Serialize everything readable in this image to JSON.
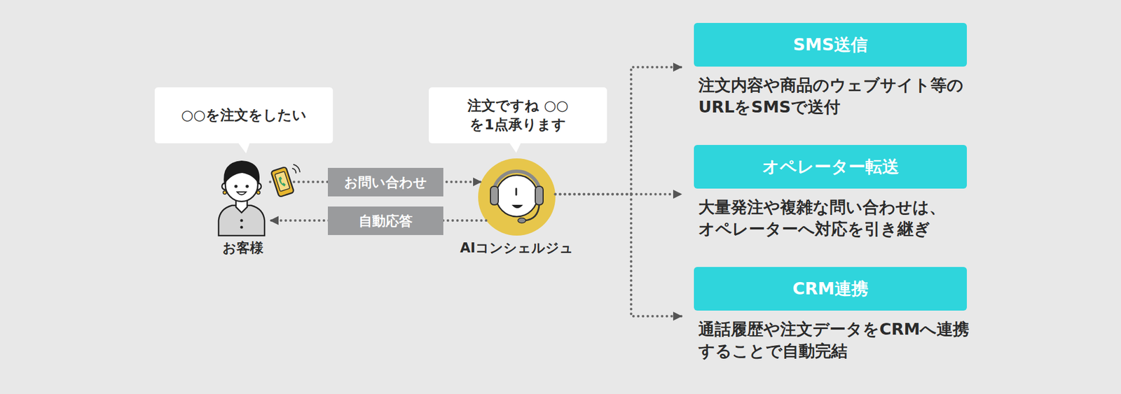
{
  "diagram": {
    "nodes": [
      {
        "text": [
          "○○を注文をしたい"
        ]
      },
      {
        "text": [
          "お客様"
        ]
      },
      {
        "text": [
          "注文ですね ○○を1点承ります"
        ]
      },
      {
        "text": [
          "AIコンシェルジュ"
        ]
      },
      {
        "text": [
          "SMS送信",
          "注文内容や商品のウェブサイト等の URLをSMSで送付"
        ]
      },
      {
        "text": [
          "オペレーター転送",
          "大量発注や複雑な問い合わせは、 オペレーターへ対応を引き継ぎ"
        ]
      },
      {
        "text": [
          "CRM連携",
          "通話履歴や注文データをCRMへ連携 することで自動完結"
        ]
      }
    ],
    "edges": [
      {
        "from": 1,
        "to": 3,
        "label": "お問い合わせ",
        "arrow": "to"
      },
      {
        "from": 3,
        "to": 1,
        "label": "自動応答",
        "arrow": "to"
      },
      {
        "from": 3,
        "to": 4,
        "arrow": "to"
      },
      {
        "from": 3,
        "to": 5,
        "arrow": "to"
      },
      {
        "from": 3,
        "to": 6,
        "arrow": "to"
      }
    ]
  }
}
